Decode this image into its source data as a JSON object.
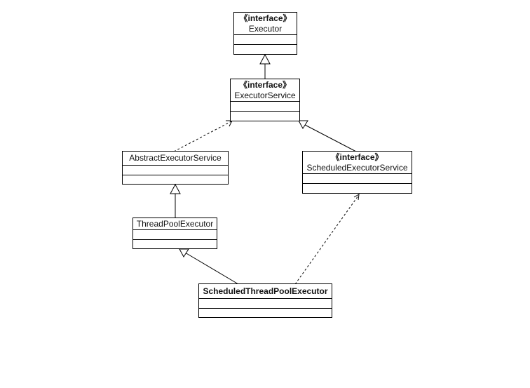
{
  "diagram": {
    "classes": [
      {
        "id": "executor",
        "stereotype": "《interface》",
        "name": "Executor"
      },
      {
        "id": "executor-service",
        "stereotype": "《interface》",
        "name": "ExecutorService"
      },
      {
        "id": "abstract-executor-service",
        "stereotype": "",
        "name": "AbstractExecutorService"
      },
      {
        "id": "scheduled-executor-service",
        "stereotype": "《interface》",
        "name": "ScheduledExecutorService"
      },
      {
        "id": "thread-pool-executor",
        "stereotype": "",
        "name": "ThreadPoolExecutor"
      },
      {
        "id": "scheduled-thread-pool-executor",
        "stereotype": "",
        "name": "ScheduledThreadPoolExecutor"
      }
    ],
    "relations": [
      {
        "from": "executor-service",
        "to": "executor",
        "type": "generalization"
      },
      {
        "from": "abstract-executor-service",
        "to": "executor-service",
        "type": "realization"
      },
      {
        "from": "scheduled-executor-service",
        "to": "executor-service",
        "type": "generalization"
      },
      {
        "from": "thread-pool-executor",
        "to": "abstract-executor-service",
        "type": "generalization"
      },
      {
        "from": "scheduled-thread-pool-executor",
        "to": "thread-pool-executor",
        "type": "generalization"
      },
      {
        "from": "scheduled-thread-pool-executor",
        "to": "scheduled-executor-service",
        "type": "realization"
      }
    ]
  }
}
